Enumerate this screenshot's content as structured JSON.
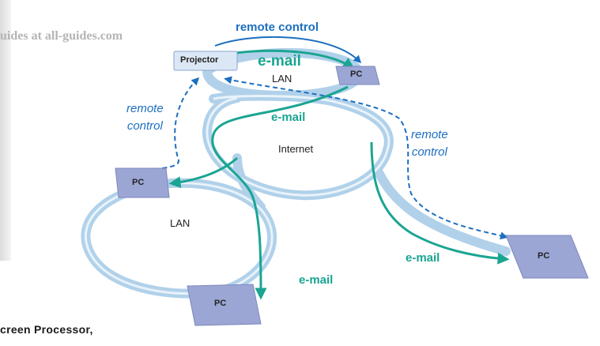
{
  "watermark": "uides at all-guides.com",
  "caption": "creen Processor,",
  "colors": {
    "remote_control": "#1d6fc0",
    "email": "#1aa592",
    "link_halo": "#a9cde8",
    "device": "#9ba6d4"
  },
  "devices": {
    "projector": "Projector",
    "pc_top": "PC",
    "pc_left": "PC",
    "pc_bottom": "PC",
    "pc_right": "PC"
  },
  "networks": {
    "lan_top": "LAN",
    "internet": "Internet",
    "lan_bottom": "LAN"
  },
  "flows": {
    "remote_control_top": "remote control",
    "email_top": "e-mail",
    "remote_control_left": "remote\ncontrol",
    "email_internet": "e-mail",
    "remote_control_right": "remote\ncontrol",
    "email_right": "e-mail",
    "email_bottom": "e-mail"
  }
}
